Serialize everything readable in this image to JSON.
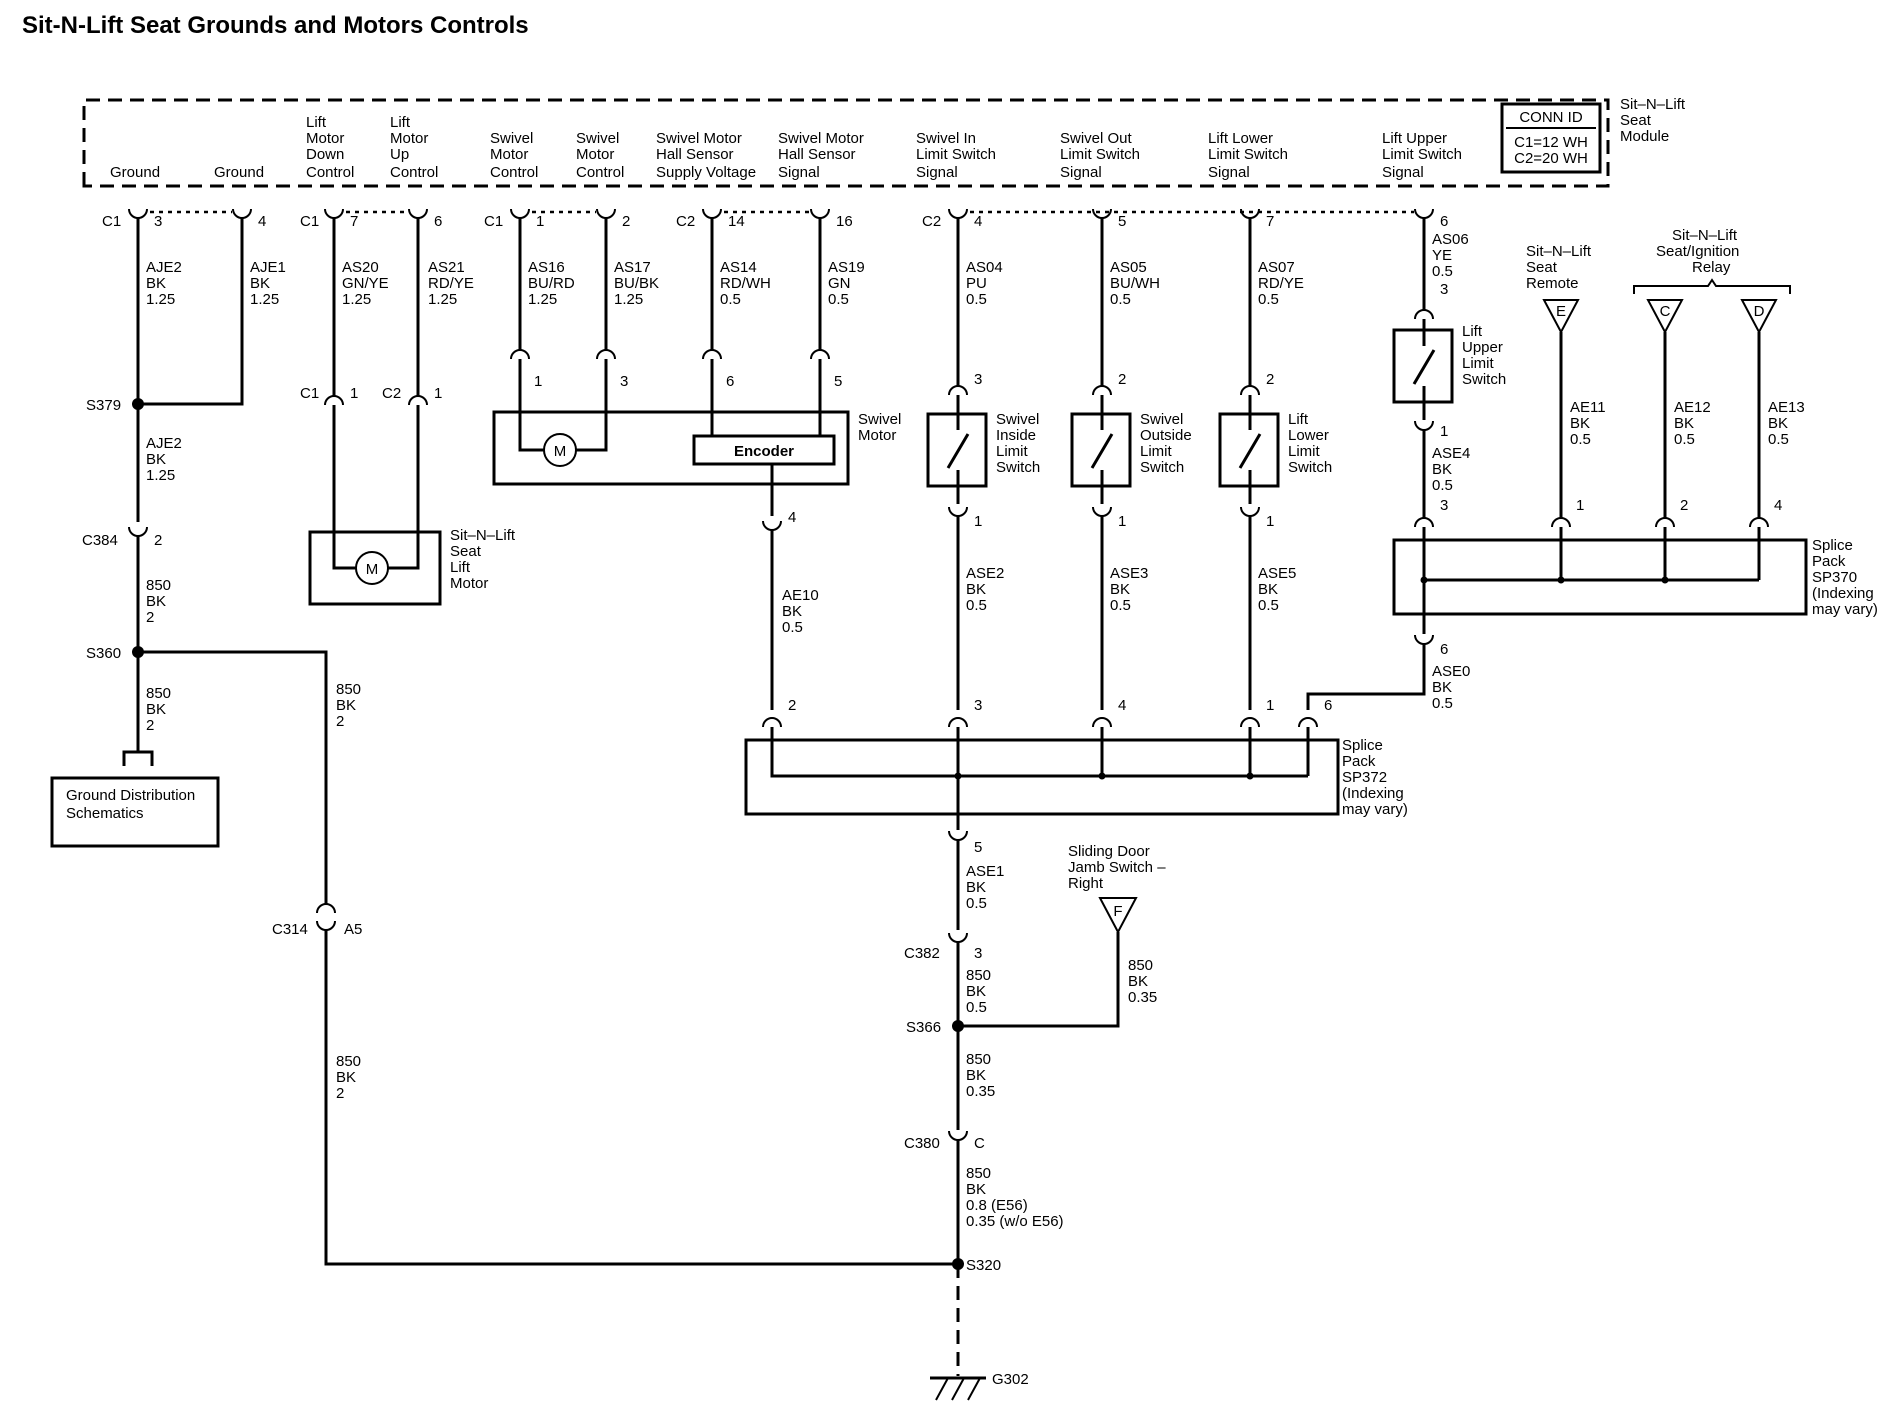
{
  "title": "Sit-N-Lift Seat Grounds and Motors Controls",
  "module": {
    "name": [
      "Sit–N–Lift",
      "Seat",
      "Module"
    ],
    "conn_id_title": "CONN ID",
    "conn_id_lines": [
      "C1=12 WH",
      "C2=20 WH"
    ],
    "pins": [
      {
        "lines": [
          "Ground"
        ],
        "conn": "C1",
        "pin": "3"
      },
      {
        "lines": [
          "Ground"
        ],
        "conn": "",
        "pin": "4"
      },
      {
        "lines": [
          "Lift",
          "Motor",
          "Down",
          "Control"
        ],
        "conn": "C1",
        "pin": "7"
      },
      {
        "lines": [
          "Lift",
          "Motor",
          "Up",
          "Control"
        ],
        "conn": "",
        "pin": "6"
      },
      {
        "lines": [
          "Swivel",
          "Motor",
          "Control"
        ],
        "conn": "C1",
        "pin": "1"
      },
      {
        "lines": [
          "Swivel",
          "Motor",
          "Control"
        ],
        "conn": "",
        "pin": "2"
      },
      {
        "lines": [
          "Swivel Motor",
          "Hall Sensor",
          "Supply Voltage"
        ],
        "conn": "C2",
        "pin": "14"
      },
      {
        "lines": [
          "Swivel Motor",
          "Hall Sensor",
          "Signal"
        ],
        "conn": "",
        "pin": "16"
      },
      {
        "lines": [
          "Swivel In",
          "Limit Switch",
          "Signal"
        ],
        "conn": "C2",
        "pin": "4"
      },
      {
        "lines": [
          "Swivel Out",
          "Limit Switch",
          "Signal"
        ],
        "conn": "",
        "pin": "5"
      },
      {
        "lines": [
          "Lift Lower",
          "Limit Switch",
          "Signal"
        ],
        "conn": "",
        "pin": "7"
      },
      {
        "lines": [
          "Lift Upper",
          "Limit Switch",
          "Signal"
        ],
        "conn": "",
        "pin": "6"
      }
    ]
  },
  "wires": [
    [
      "AJE2",
      "BK",
      "1.25"
    ],
    [
      "AJE1",
      "BK",
      "1.25"
    ],
    [
      "AS20",
      "GN/YE",
      "1.25"
    ],
    [
      "AS21",
      "RD/YE",
      "1.25"
    ],
    [
      "AS16",
      "BU/RD",
      "1.25"
    ],
    [
      "AS17",
      "BU/BK",
      "1.25"
    ],
    [
      "AS14",
      "RD/WH",
      "0.5"
    ],
    [
      "AS19",
      "GN",
      "0.5"
    ],
    [
      "AS04",
      "PU",
      "0.5"
    ],
    [
      "AS05",
      "BU/WH",
      "0.5"
    ],
    [
      "AS07",
      "RD/YE",
      "0.5"
    ],
    [
      "AS06",
      "YE",
      "0.5"
    ],
    [
      "AJE2",
      "BK",
      "1.25"
    ],
    [
      "850",
      "BK",
      "2"
    ],
    [
      "850",
      "BK",
      "2"
    ],
    [
      "850",
      "BK",
      "2"
    ],
    [
      "850",
      "BK",
      "2"
    ],
    [
      "AE10",
      "BK",
      "0.5"
    ],
    [
      "ASE2",
      "BK",
      "0.5"
    ],
    [
      "ASE3",
      "BK",
      "0.5"
    ],
    [
      "ASE5",
      "BK",
      "0.5"
    ],
    [
      "ASE4",
      "BK",
      "0.5"
    ],
    [
      "ASE0",
      "BK",
      "0.5"
    ],
    [
      "AE11",
      "BK",
      "0.5"
    ],
    [
      "AE12",
      "BK",
      "0.5"
    ],
    [
      "AE13",
      "BK",
      "0.5"
    ],
    [
      "ASE1",
      "BK",
      "0.5"
    ],
    [
      "850",
      "BK",
      "0.5"
    ],
    [
      "850",
      "BK",
      "0.35"
    ],
    [
      "850",
      "BK",
      "0.35"
    ],
    [
      "850",
      "BK",
      "0.8 (E56)",
      "0.35 (w/o E56)"
    ]
  ],
  "connectors": {
    "c1": "C1",
    "c2": "C2",
    "c384": "C384",
    "c314": "C314",
    "c382": "C382",
    "c380": "C380",
    "p1": "1",
    "p2": "2",
    "p3": "3",
    "p4": "4",
    "p5": "5",
    "p6": "6",
    "pa5": "A5",
    "pc": "C"
  },
  "splices": {
    "s379": "S379",
    "s360": "S360",
    "s366": "S366",
    "s320": "S320",
    "g302": "G302"
  },
  "components": {
    "swivel_motor": [
      "Swivel",
      "Motor"
    ],
    "encoder": "Encoder",
    "motor_symbol": "M",
    "lift_motor": [
      "Sit–N–Lift",
      "Seat",
      "Lift",
      "Motor"
    ],
    "swivel_inside": [
      "Swivel",
      "Inside",
      "Limit",
      "Switch"
    ],
    "swivel_outside": [
      "Swivel",
      "Outside",
      "Limit",
      "Switch"
    ],
    "lift_lower": [
      "Lift",
      "Lower",
      "Limit",
      "Switch"
    ],
    "lift_upper": [
      "Lift",
      "Upper",
      "Limit",
      "Switch"
    ],
    "ground_dist": [
      "Ground Distribution",
      "Schematics"
    ],
    "sp370": [
      "Splice",
      "Pack",
      "SP370",
      "(Indexing",
      "may vary)"
    ],
    "sp372": [
      "Splice",
      "Pack",
      "SP372",
      "(Indexing",
      "may vary)"
    ],
    "seat_remote": [
      "Sit–N–Lift",
      "Seat",
      "Remote"
    ],
    "relay": [
      "Sit–N–Lift",
      "Seat/Ignition",
      "Relay"
    ],
    "sliding_door": [
      "Sliding Door",
      "Jamb Switch –",
      "Right"
    ],
    "flag_e": "E",
    "flag_c": "C",
    "flag_d": "D",
    "flag_f": "F"
  }
}
